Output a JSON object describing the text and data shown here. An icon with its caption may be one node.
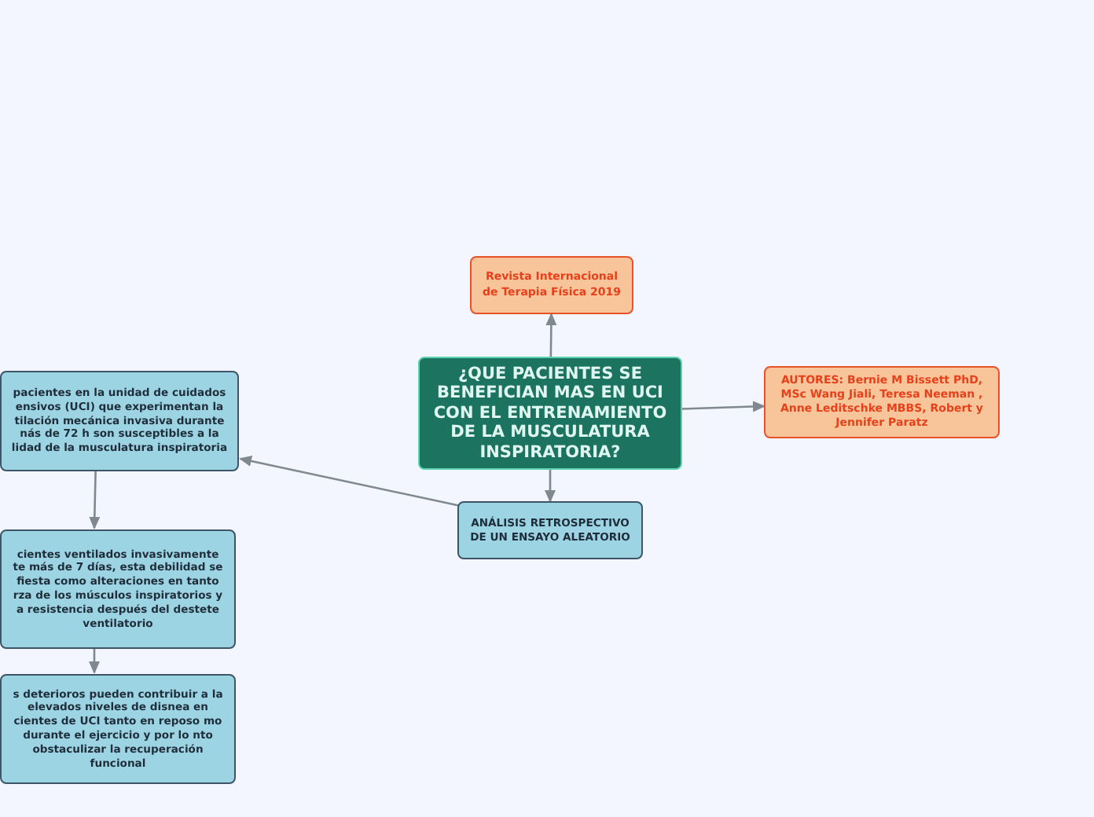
{
  "diagram": {
    "nodes": [
      {
        "text": [
          "¿QUE PACIENTES SE BENEFICIAN MAS EN UCI CON EL ENTRENAMIENTO DE LA MUSCULATURA INSPIRATORIA?"
        ]
      },
      {
        "text": [
          "Revista Internacional de Terapia Física 2019"
        ]
      },
      {
        "text": [
          "AUTORES: Bernie M Bissett PhD, MSc Wang Jiali, Teresa Neeman , Anne Leditschke MBBS, Robert  y Jennifer Paratz"
        ]
      },
      {
        "text": [
          "ANÁLISIS RETROSPECTIVO DE UN ENSAYO ALEATORIO"
        ]
      },
      {
        "text": [
          "pacientes en la unidad de cuidados ensivos (UCI) que experimentan la tilación mecánica invasiva durante nás de 72 h son susceptibles a la lidad de la musculatura inspiratoria"
        ]
      },
      {
        "text": [
          "cientes ventilados invasivamente te más de 7 días, esta debilidad se fiesta como alteraciones en tanto rza de los músculos inspiratorios y a resistencia después del destete ventilatorio"
        ]
      },
      {
        "text": [
          "s deterioros pueden contribuir a la elevados niveles de disnea en cientes de UCI tanto en reposo mo durante el ejercicio y por lo nto obstaculizar la recuperación funcional"
        ]
      }
    ],
    "edges": [
      {
        "from": 0,
        "to": 1,
        "arrow": "to"
      },
      {
        "from": 0,
        "to": 2,
        "arrow": "to"
      },
      {
        "from": 0,
        "to": 3,
        "arrow": "to"
      },
      {
        "from": 3,
        "to": 4,
        "arrow": "to"
      },
      {
        "from": 4,
        "to": 5,
        "arrow": "to"
      },
      {
        "from": 5,
        "to": 6,
        "arrow": "to"
      }
    ]
  }
}
